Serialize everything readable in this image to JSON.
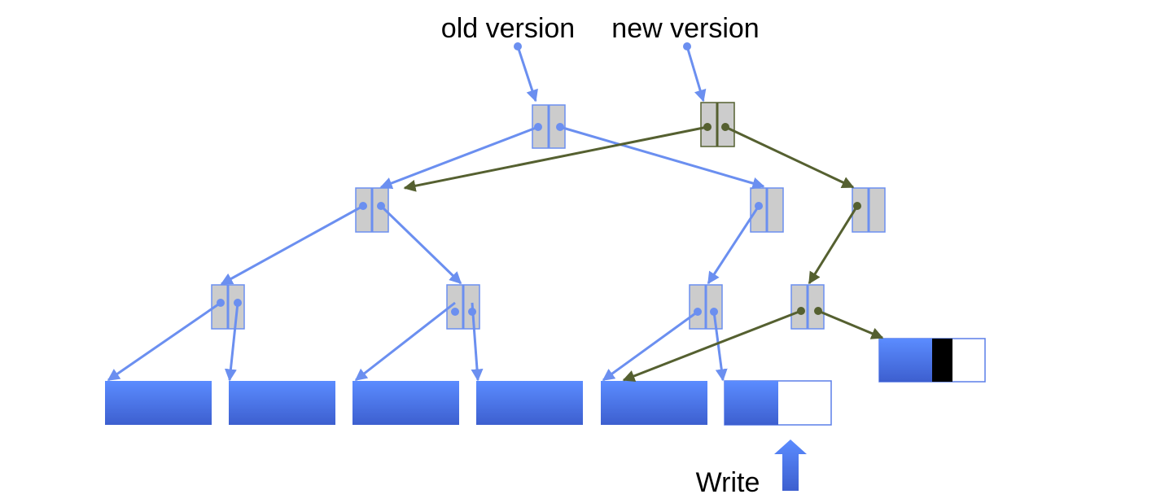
{
  "labels": {
    "old_root": "old version",
    "new_root": "new version",
    "write": "Write"
  },
  "colors": {
    "old_pointer": "#6b8ff0",
    "new_pointer": "#556030",
    "node_fill": "#cccccc",
    "node_stroke_old": "#6b8ff0",
    "node_stroke_new": "#556030",
    "block_top": "#5b8cff",
    "block_bottom": "#3d5fcf",
    "block_empty": "#ffffff",
    "block_written": "#000000"
  },
  "nodes": [
    {
      "name": "old-root-node",
      "version": "old"
    },
    {
      "name": "new-root-node",
      "version": "new"
    },
    {
      "name": "old-left-internal-node",
      "version": "old"
    },
    {
      "name": "old-right-internal-node",
      "version": "old"
    },
    {
      "name": "new-right-internal-node",
      "version": "new"
    },
    {
      "name": "leaf-node-1",
      "version": "old"
    },
    {
      "name": "leaf-node-2",
      "version": "old"
    },
    {
      "name": "leaf-node-3",
      "version": "old"
    },
    {
      "name": "leaf-node-4-new",
      "version": "new"
    }
  ],
  "data_blocks": [
    {
      "name": "data-block-1",
      "fill": "full"
    },
    {
      "name": "data-block-2",
      "fill": "full"
    },
    {
      "name": "data-block-3",
      "fill": "full"
    },
    {
      "name": "data-block-4",
      "fill": "full"
    },
    {
      "name": "data-block-5",
      "fill": "full"
    },
    {
      "name": "data-block-6-partial",
      "fill": "half"
    },
    {
      "name": "data-block-new-written",
      "fill": "written"
    }
  ],
  "icons": {
    "write_arrow": "up-arrow-icon"
  }
}
